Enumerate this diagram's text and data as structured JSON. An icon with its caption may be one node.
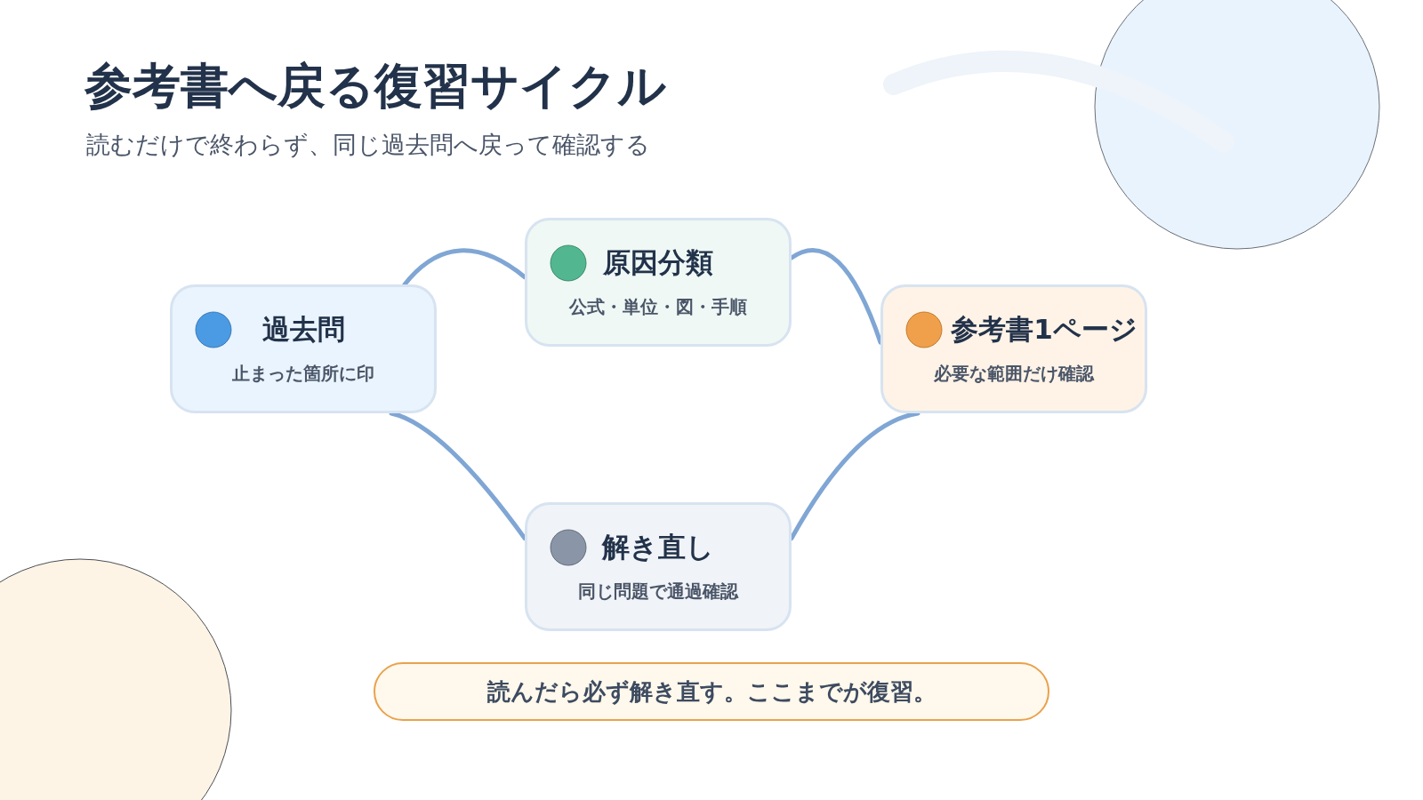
{
  "diagram": {
    "title": "参考書へ戻る復習サイクル",
    "nodes": [
      {
        "text": [
          "過去問",
          "止まった箇所に印"
        ]
      },
      {
        "text": [
          "原因分類",
          "公式・単位・図・手順"
        ]
      },
      {
        "text": [
          "参考書1ページ",
          "必要な範囲だけ確認"
        ]
      },
      {
        "text": [
          "解き直し",
          "同じ問題で通過確認"
        ]
      },
      {
        "text": [
          "読んだら必ず解き直す。ここまでが復習。"
        ]
      }
    ],
    "edges": [
      {
        "from": 0,
        "to": 1,
        "arrow": "none"
      },
      {
        "from": 1,
        "to": 2,
        "arrow": "none"
      },
      {
        "from": 2,
        "to": 3,
        "arrow": "none"
      },
      {
        "from": 3,
        "to": 0,
        "arrow": "none"
      }
    ],
    "labels": [
      "読むだけで終わらず、同じ過去問へ戻って確認する"
    ]
  }
}
